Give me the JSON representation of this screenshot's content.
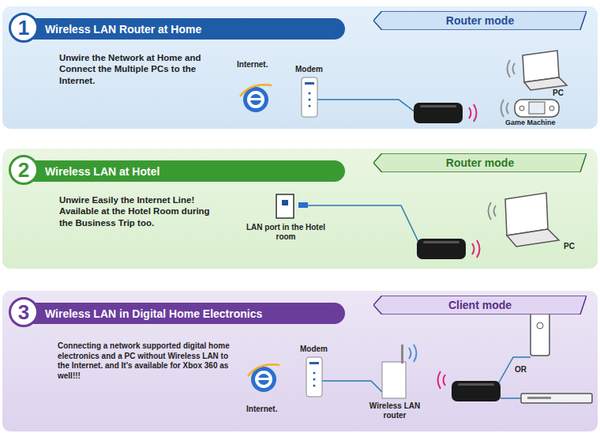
{
  "diagram": {
    "nodes": [
      {
        "text": [
          "Unwire the Network at Home and Connect the Multiple PCs to the Internet."
        ]
      },
      {
        "text": [
          "1"
        ],
        "in": 0
      },
      {
        "text": [
          "Wireless LAN Router at Home"
        ],
        "in": 0
      },
      {
        "text": [
          "Router mode"
        ],
        "in": 0
      },
      {
        "text": [
          "Unwire Easily the Internet Line! Available at the Hotel Room during the Business Trip too."
        ]
      },
      {
        "text": [
          "2"
        ],
        "in": 4
      },
      {
        "text": [
          "Wireless LAN at Hotel"
        ],
        "in": 4
      },
      {
        "text": [
          "Router mode"
        ],
        "in": 4
      },
      {
        "text": [
          "Connecting a network supported digital home electronics and a PC without Wireless LAN to the Internet. and It's available for Xbox 360 as well!!!"
        ]
      },
      {
        "text": [
          "3"
        ],
        "in": 8
      },
      {
        "text": [
          "Wireless LAN in Digital Home Electronics"
        ],
        "in": 8
      },
      {
        "text": [
          "Client mode"
        ],
        "in": 8
      }
    ],
    "labels": [
      "Internet.",
      "Modem",
      "PC",
      "Game Machine",
      "LAN port in the Hotel room",
      "PC",
      "Modem",
      "Internet.",
      "Wireless LAN router",
      "OR"
    ]
  }
}
